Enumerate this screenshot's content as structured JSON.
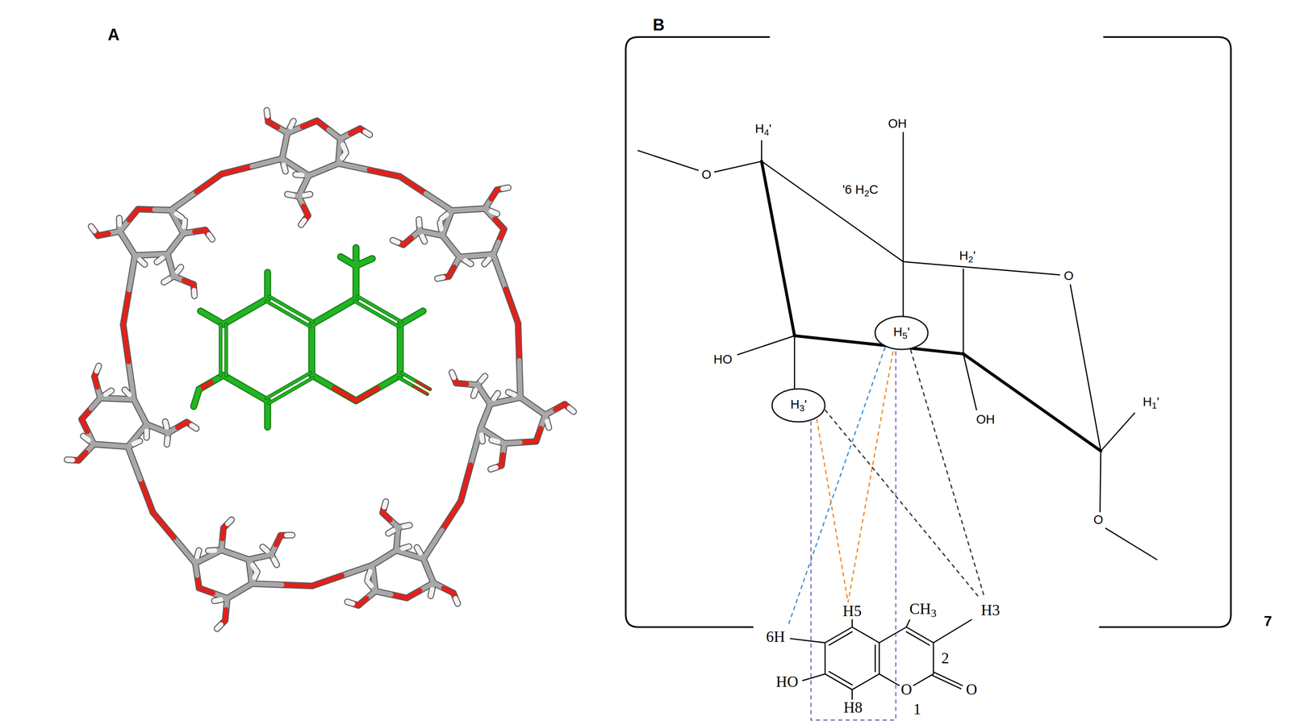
{
  "diagram": {
    "nodes": [
      {
        "text": [
          "H5'"
        ]
      },
      {
        "text": [
          "H3'"
        ]
      }
    ],
    "labels": [
      "A",
      "B",
      "H4'",
      "OH",
      "O",
      "'6 H2C",
      "O",
      "H2'",
      "HO",
      "OH",
      "H1'",
      "O",
      "H5",
      "CH3",
      "H3",
      "6H",
      "2",
      "HO",
      "O",
      "O",
      "H8",
      "1",
      "7"
    ]
  }
}
